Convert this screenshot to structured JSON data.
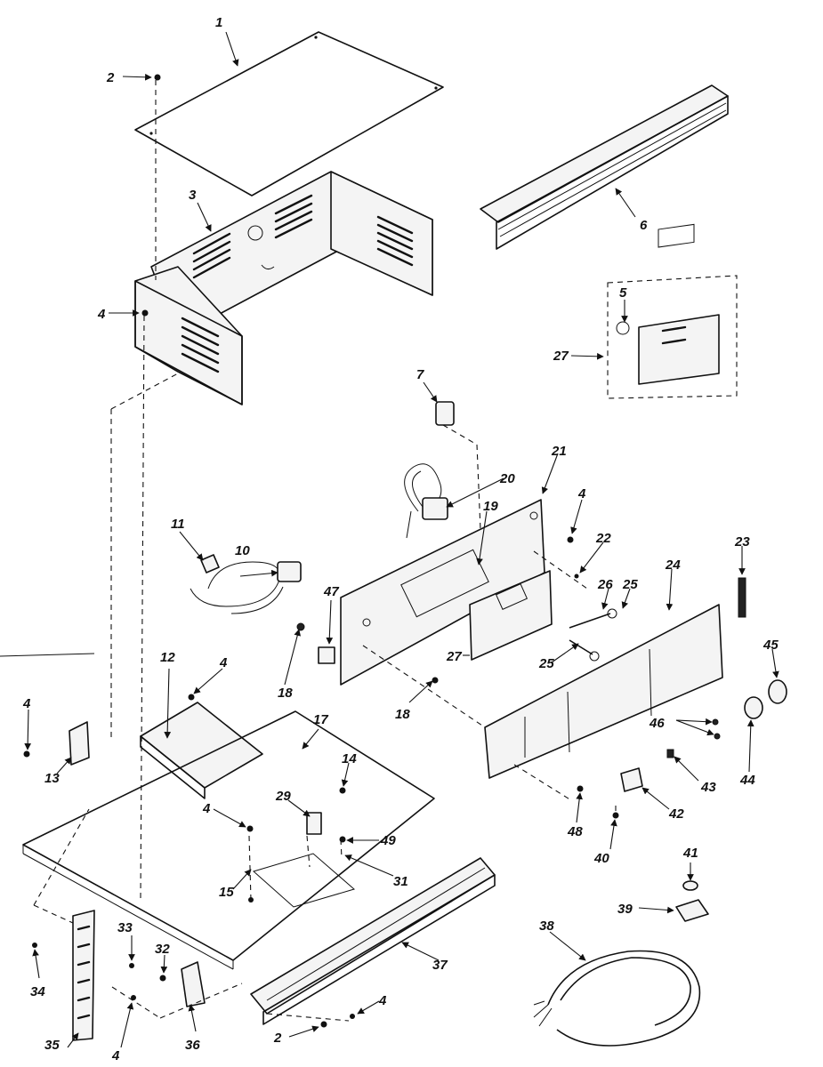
{
  "callouts": {
    "c1": "1",
    "c2a": "2",
    "c2b": "2",
    "c3": "3",
    "c4a": "4",
    "c4b": "4",
    "c4c": "4",
    "c4d": "4",
    "c4e": "4",
    "c4f": "4",
    "c4g": "4",
    "c5": "5",
    "c6": "6",
    "c7": "7",
    "c10": "10",
    "c11": "11",
    "c12": "12",
    "c13": "13",
    "c14": "14",
    "c15": "15",
    "c17": "17",
    "c18a": "18",
    "c18b": "18",
    "c19": "19",
    "c20": "20",
    "c21": "21",
    "c22": "22",
    "c23": "23",
    "c24": "24",
    "c25a": "25",
    "c25b": "25",
    "c26": "26",
    "c27a": "27",
    "c27b": "27",
    "c29": "29",
    "c31": "31",
    "c32": "32",
    "c33": "33",
    "c34": "34",
    "c35": "35",
    "c36": "36",
    "c37": "37",
    "c38": "38",
    "c39": "39",
    "c40": "40",
    "c41": "41",
    "c42": "42",
    "c43": "43",
    "c44": "44",
    "c45": "45",
    "c46": "46",
    "c47": "47",
    "c48": "48",
    "c49": "49"
  }
}
